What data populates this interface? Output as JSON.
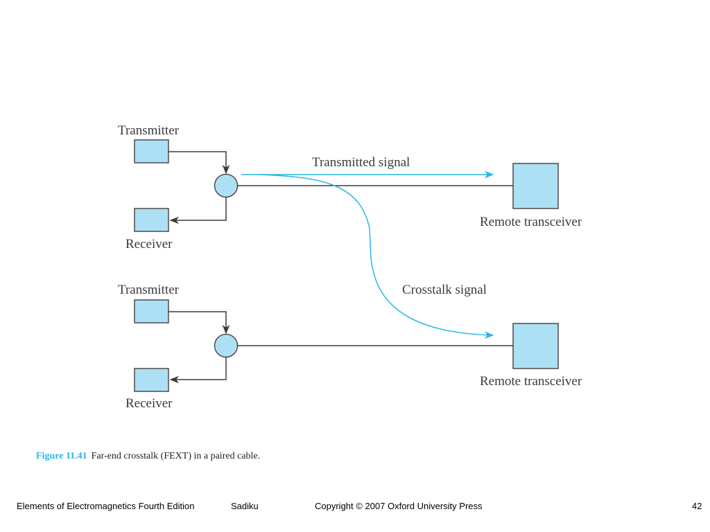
{
  "diagram": {
    "labels": {
      "transmitter_top": "Transmitter",
      "receiver_top": "Receiver",
      "transmitter_bottom": "Transmitter",
      "receiver_bottom": "Receiver",
      "transmitted_signal": "Transmitted signal",
      "crosstalk_signal": "Crosstalk signal",
      "remote_transceiver_top": "Remote transceiver",
      "remote_transceiver_bottom": "Remote transceiver"
    },
    "colors": {
      "box_fill": "#aee0f5",
      "box_stroke": "#4a4a4a",
      "line": "#3a3a3a",
      "signal": "#29b6e6"
    }
  },
  "caption": {
    "figure_number": "Figure 11.41",
    "text": "Far-end crosstalk (FEXT) in a paired cable."
  },
  "footer": {
    "book_title": "Elements of Electromagnetics Fourth Edition",
    "author": "Sadiku",
    "copyright": "Copyright © 2007 Oxford University Press",
    "page_number": "42"
  }
}
